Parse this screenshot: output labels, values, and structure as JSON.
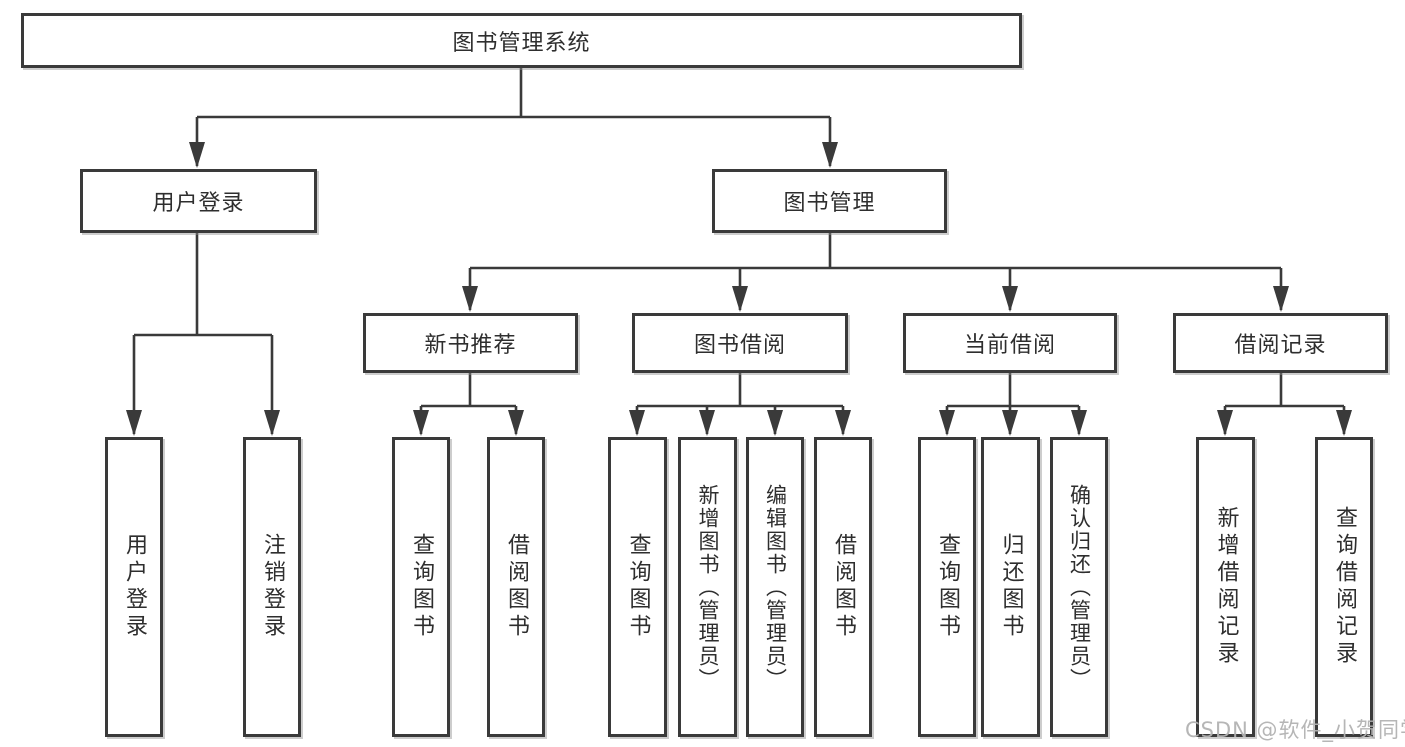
{
  "diagram": {
    "nodes": {
      "root": "图书管理系统",
      "user_login": "用户登录",
      "book_mgmt": "图书管理",
      "new_books": "新书推荐",
      "book_borrow": "图书借阅",
      "current_borrow": "当前借阅",
      "borrow_records": "借阅记录"
    },
    "leaves": {
      "login": [
        "用户登录",
        "注销登录"
      ],
      "new_books": [
        "查询图书",
        "借阅图书"
      ],
      "borrow": [
        "查询图书",
        "新增图书（管理员）",
        "编辑图书（管理员）",
        "借阅图书"
      ],
      "current": [
        "查询图书",
        "归还图书",
        "确认归还（管理员）"
      ],
      "records": [
        "新增借阅记录",
        "查询借阅记录"
      ]
    },
    "watermark": "CSDN @软件_小贺同学",
    "colors": {
      "line": "#3a3a3a",
      "text": "#2e2e2e",
      "watermark": "#b2b2b2",
      "background": "#ffffff"
    }
  }
}
